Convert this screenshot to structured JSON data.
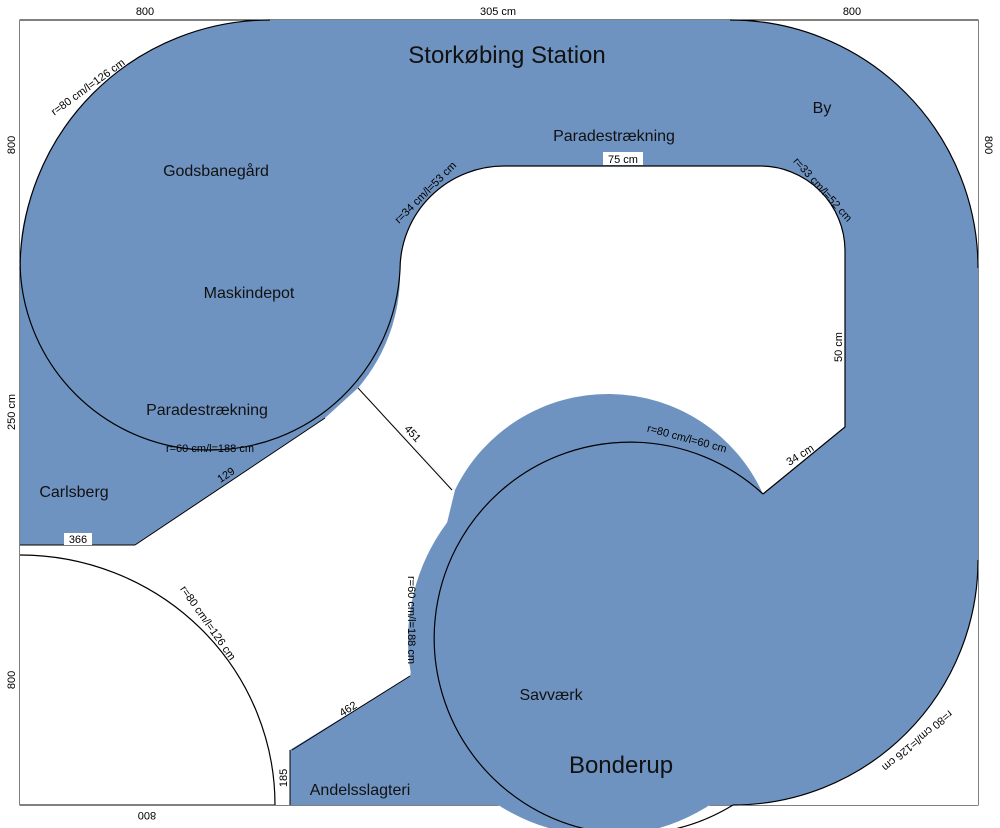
{
  "colors": {
    "board": "#6f93c0",
    "line": "#000000",
    "background": "#ffffff"
  },
  "labels": {
    "station": "Storkøbing Station",
    "bonderup": "Bonderup",
    "godsbanegaard": "Godsbanegård",
    "maskindepot": "Maskindepot",
    "paradestraekning_top": "Paradestrækning",
    "paradestraekning_left": "Paradestrækning",
    "by": "By",
    "carlsberg": "Carlsberg",
    "savvaerk": "Savværk",
    "andelsslagteri": "Andelsslagteri"
  },
  "dimensions": {
    "top_left": "800",
    "top_center": "305 cm",
    "top_right": "800",
    "left_upper": "800",
    "left_middle": "250 cm",
    "left_lower": "800",
    "right_upper": "800",
    "bottom_left": "800",
    "bottom_short": "185",
    "diag_451": "451",
    "diag_462": "462",
    "diag_129": "129",
    "horiz_366": "366",
    "inner_right_50": "50 cm",
    "inner_34": "34 cm",
    "inner_top_75": "75 cm"
  },
  "radii": {
    "big_left": "r=80 cm/l=126 cm",
    "inner_left": "r=34 cm/l=53 cm",
    "inner_right": "r=33 cm/l=52 cm",
    "left_lower": "r=60 cm/l=188 cm",
    "bottom_circle_top": "r=80 cm/l=60 cm",
    "bottom_circle_left": "r=60 cm/l=188 cm",
    "bottom_circle_right": "r=80 cm/l=126 cm",
    "corner_quarter": "r=80 cm/l=126 cm"
  }
}
